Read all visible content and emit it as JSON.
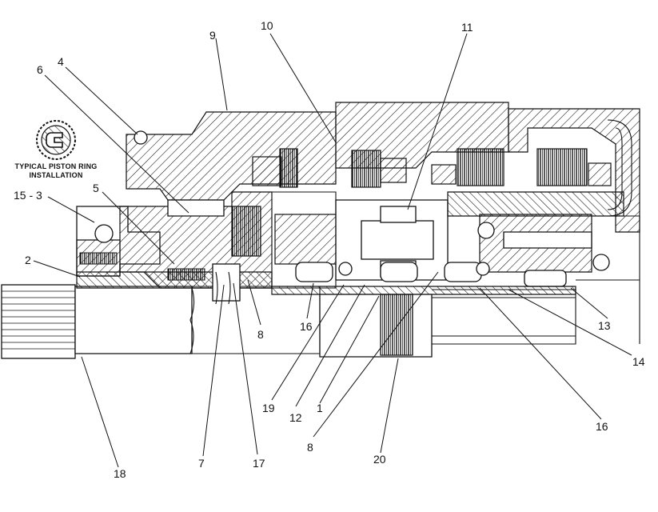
{
  "inset": {
    "line1": "TYPICAL PISTON RING",
    "line2": "INSTALLATION"
  },
  "callouts": {
    "c9": "9",
    "c10": "10",
    "c11": "11",
    "c4": "4",
    "c6": "6",
    "c15_3": "15 - 3",
    "c5": "5",
    "c2": "2",
    "c8a": "8",
    "c16a": "16",
    "c13": "13",
    "c14": "14",
    "c16b": "16",
    "c19": "19",
    "c12": "12",
    "c1": "1",
    "c8b": "8",
    "c20": "20",
    "c7": "7",
    "c17": "17",
    "c18": "18"
  }
}
